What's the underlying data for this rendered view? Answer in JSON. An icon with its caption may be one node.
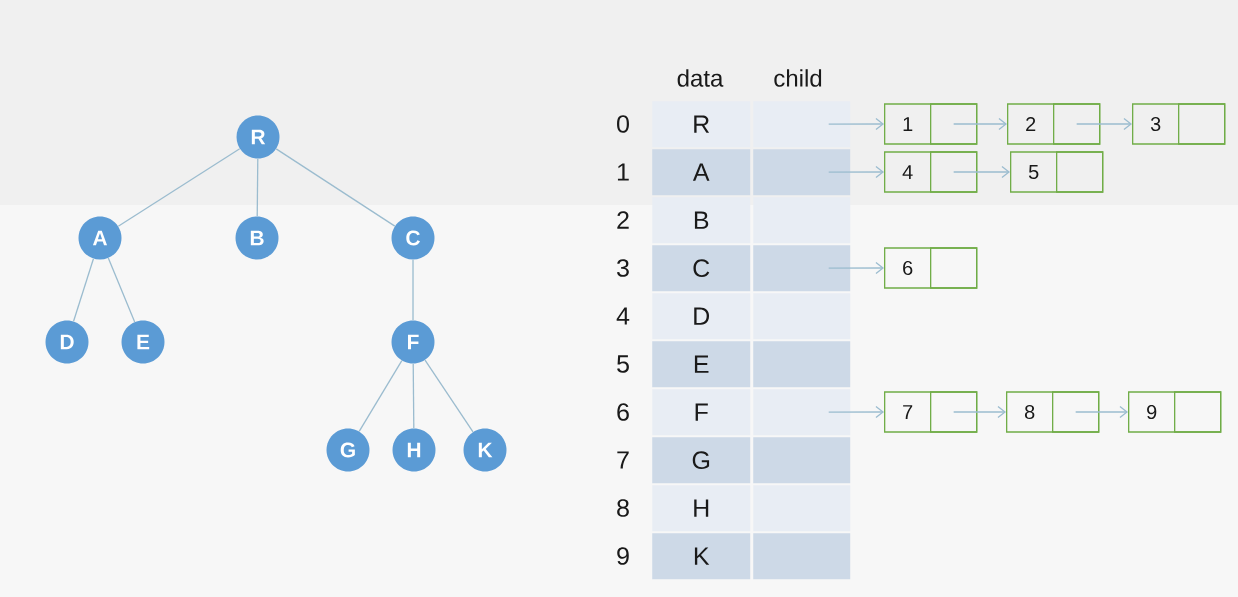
{
  "diagram": {
    "nodes": [
      {
        "text": [
          "R"
        ]
      },
      {
        "text": [
          "A"
        ]
      },
      {
        "text": [
          "B"
        ]
      },
      {
        "text": [
          "C"
        ]
      },
      {
        "text": [
          "D"
        ]
      },
      {
        "text": [
          "E"
        ]
      },
      {
        "text": [
          "F"
        ]
      },
      {
        "text": [
          "G"
        ]
      },
      {
        "text": [
          "H"
        ]
      },
      {
        "text": [
          "K"
        ]
      },
      {
        "text": [
          "R"
        ],
        "beside": [
          "0"
        ]
      },
      {
        "text": [],
        "shape": "box"
      },
      {
        "text": [
          "A"
        ],
        "beside": [
          "1"
        ]
      },
      {
        "text": [],
        "shape": "box"
      },
      {
        "text": [
          "B"
        ],
        "beside": [
          "2"
        ]
      },
      {
        "text": [],
        "shape": "box"
      },
      {
        "text": [
          "C"
        ],
        "beside": [
          "3"
        ]
      },
      {
        "text": [],
        "shape": "box"
      },
      {
        "text": [
          "D"
        ],
        "beside": [
          "4"
        ]
      },
      {
        "text": [],
        "shape": "box"
      },
      {
        "text": [
          "E"
        ],
        "beside": [
          "5"
        ]
      },
      {
        "text": [],
        "shape": "box"
      },
      {
        "text": [
          "F"
        ],
        "beside": [
          "6"
        ]
      },
      {
        "text": [],
        "shape": "box"
      },
      {
        "text": [
          "G"
        ],
        "beside": [
          "7"
        ]
      },
      {
        "text": [],
        "shape": "box"
      },
      {
        "text": [
          "H"
        ],
        "beside": [
          "8"
        ]
      },
      {
        "text": [],
        "shape": "box"
      },
      {
        "text": [
          "K"
        ],
        "beside": [
          "9"
        ]
      },
      {
        "text": [],
        "shape": "box"
      },
      {
        "text": [
          "1"
        ]
      },
      {
        "text": [],
        "shape": "box",
        "in": 30
      },
      {
        "text": [
          "2"
        ]
      },
      {
        "text": [],
        "shape": "box",
        "in": 32
      },
      {
        "text": [
          "3"
        ]
      },
      {
        "text": [],
        "shape": "box",
        "in": 34
      },
      {
        "text": [
          "4"
        ]
      },
      {
        "text": [],
        "shape": "box",
        "in": 36
      },
      {
        "text": [
          "5"
        ]
      },
      {
        "text": [],
        "shape": "box",
        "in": 38
      },
      {
        "text": [
          "6"
        ]
      },
      {
        "text": [],
        "shape": "box",
        "in": 40
      },
      {
        "text": [
          "7"
        ]
      },
      {
        "text": [],
        "shape": "box",
        "in": 42
      },
      {
        "text": [
          "8"
        ]
      },
      {
        "text": [],
        "shape": "box",
        "in": 44
      },
      {
        "text": [
          "9"
        ]
      },
      {
        "text": [],
        "shape": "box",
        "in": 46
      }
    ],
    "edges": [
      {
        "from": 0,
        "to": 1,
        "arrow": "none"
      },
      {
        "from": 0,
        "to": 2,
        "arrow": "none"
      },
      {
        "from": 0,
        "to": 3,
        "arrow": "none"
      },
      {
        "from": 1,
        "to": 4,
        "arrow": "none"
      },
      {
        "from": 1,
        "to": 5,
        "arrow": "none"
      },
      {
        "from": 3,
        "to": 6,
        "arrow": "none"
      },
      {
        "from": 6,
        "to": 7,
        "arrow": "none"
      },
      {
        "from": 6,
        "to": 8,
        "arrow": "none"
      },
      {
        "from": 6,
        "to": 9,
        "arrow": "none"
      },
      {
        "from": 11,
        "to": 30,
        "arrow": "to"
      },
      {
        "from": 31,
        "to": 32,
        "arrow": "to"
      },
      {
        "from": 33,
        "to": 34,
        "arrow": "to"
      },
      {
        "from": 13,
        "to": 36,
        "arrow": "to"
      },
      {
        "from": 37,
        "to": 38,
        "arrow": "to"
      },
      {
        "from": 17,
        "to": 40,
        "arrow": "to"
      },
      {
        "from": 23,
        "to": 42,
        "arrow": "to"
      },
      {
        "from": 43,
        "to": 44,
        "arrow": "to"
      },
      {
        "from": 45,
        "to": 46,
        "arrow": "to"
      }
    ],
    "labels": [
      "data",
      "child"
    ]
  }
}
